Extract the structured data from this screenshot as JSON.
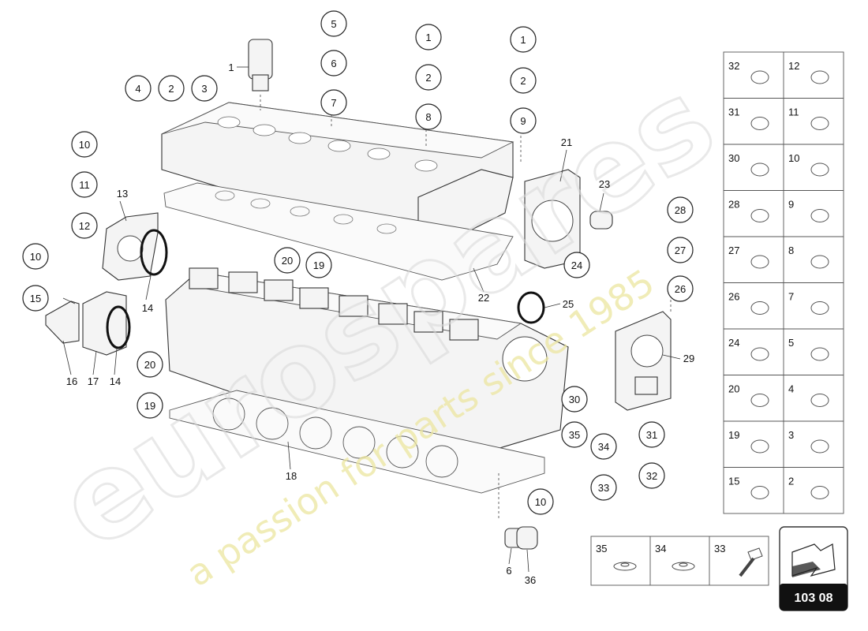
{
  "diagram": {
    "page_code": "103 08",
    "watermark": {
      "brand": "eurospares",
      "tagline": "a passion for parts since 1985"
    },
    "callouts": {
      "c5": "5",
      "c6a": "6",
      "c7": "7",
      "c1a": "1",
      "c2a": "2",
      "c8": "8",
      "c1b": "1",
      "c2b": "2",
      "c9": "9",
      "c4": "4",
      "c2c": "2",
      "c3": "3",
      "c10a": "10",
      "c11": "11",
      "c12": "12",
      "c10b": "10",
      "c15": "15",
      "c20a": "20",
      "c19a": "19",
      "c20b": "20",
      "c19b": "19",
      "c24": "24",
      "c28": "28",
      "c27": "27",
      "c26": "26",
      "c30": "30",
      "c35": "35",
      "c34": "34",
      "c33": "33",
      "c31": "31",
      "c32": "32",
      "c10c": "10"
    },
    "labels": {
      "l1": "1",
      "l13": "13",
      "l14a": "14",
      "l14b": "14",
      "l16": "16",
      "l17": "17",
      "l21": "21",
      "l22": "22",
      "l23": "23",
      "l25": "25",
      "l29": "29",
      "l18": "18",
      "l6": "6",
      "l36": "36"
    },
    "legend": {
      "rows": [
        {
          "left": "32",
          "right": "12"
        },
        {
          "left": "31",
          "right": "11"
        },
        {
          "left": "30",
          "right": "10"
        },
        {
          "left": "28",
          "right": "9"
        },
        {
          "left": "27",
          "right": "8"
        },
        {
          "left": "26",
          "right": "7"
        },
        {
          "left": "24",
          "right": "5"
        },
        {
          "left": "20",
          "right": "4"
        },
        {
          "left": "19",
          "right": "3"
        },
        {
          "left": "15",
          "right": "2"
        }
      ],
      "bottom": [
        "35",
        "34",
        "33"
      ]
    }
  }
}
